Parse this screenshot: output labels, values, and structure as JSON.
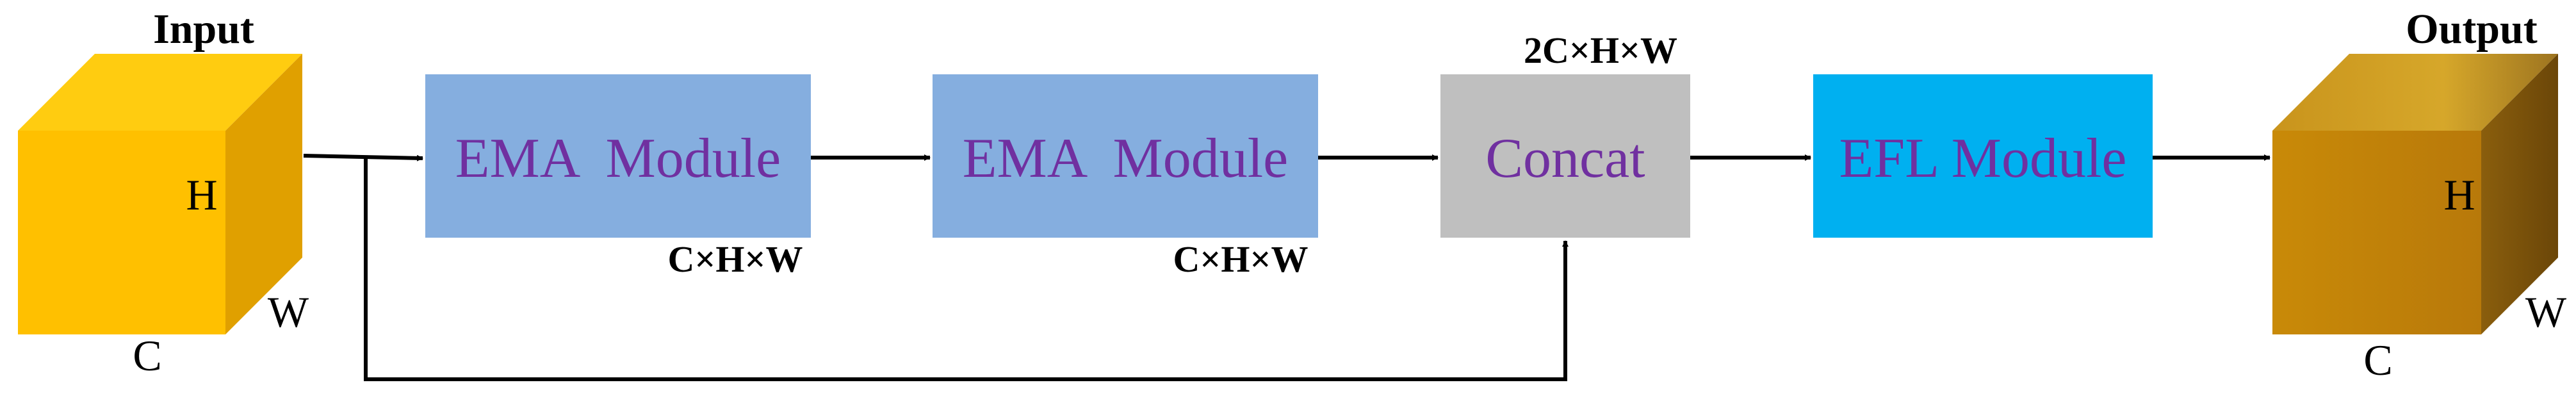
{
  "input": {
    "title": "Input",
    "h": "H",
    "w": "W",
    "c": "C"
  },
  "output": {
    "title": "Output",
    "h": "H",
    "w": "W",
    "c": "C"
  },
  "modules": {
    "ema1": {
      "label": "EMA  Module",
      "dims": "C×H×W",
      "color": "#85aedf"
    },
    "ema2": {
      "label": "EMA  Module",
      "dims": "C×H×W",
      "color": "#85aedf"
    },
    "concat": {
      "label": "Concat",
      "dims": "2C×H×W",
      "color": "#bfbfbf"
    },
    "efl": {
      "label": "EFL Module",
      "color": "#00b0f0"
    }
  },
  "colors": {
    "label_text": "#7030a0",
    "input_cube": "#ffc000",
    "output_cube": "#c58a0e"
  }
}
